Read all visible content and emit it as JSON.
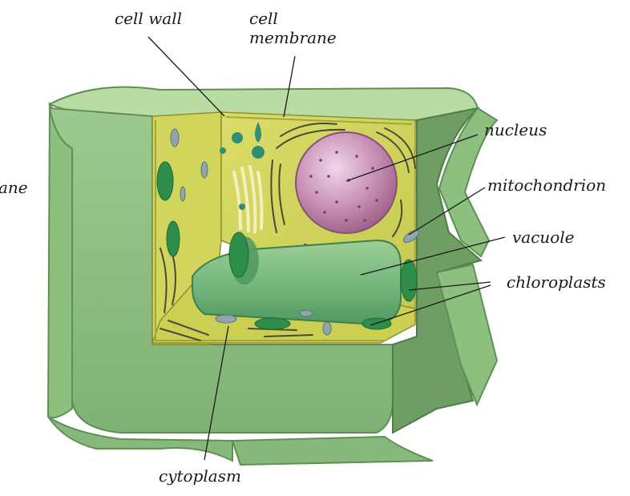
{
  "diagram": {
    "labels": {
      "cell_wall": "cell wall",
      "cell_membrane_line1": "cell",
      "cell_membrane_line2": "membrane",
      "nucleus": "nucleus",
      "mitochondrion": "mitochondrion",
      "vacuole": "vacuole",
      "chloroplasts": "chloroplasts",
      "cytoplasm": "cytoplasm",
      "cut_off_left": "ane"
    },
    "colors": {
      "cell_wall_outer": "#8dbf7f",
      "cell_wall_light": "#b9dca2",
      "cell_wall_dark": "#5f8f55",
      "cytoplasm": "#cfd25a",
      "nucleus": "#b77aa2",
      "vacuole": "#6fb37a",
      "chloroplast": "#2e8d4a",
      "mitochondrion": "#8fa6ad",
      "leader_line": "#1a1a1a"
    }
  }
}
